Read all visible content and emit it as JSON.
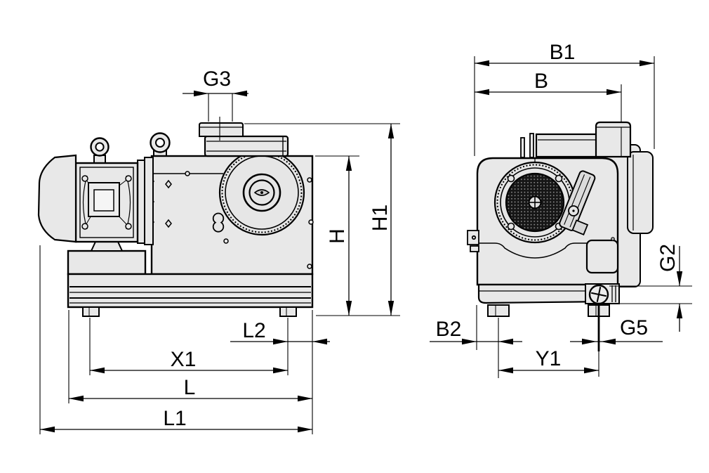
{
  "drawing": {
    "labels": {
      "g3": "G3",
      "h": "H",
      "h1": "H1",
      "l2": "L2",
      "x1": "X1",
      "l": "L",
      "l1": "L1",
      "b1": "B1",
      "b": "B",
      "g2": "G2",
      "b2": "B2",
      "g5": "G5",
      "y1": "Y1"
    },
    "colors": {
      "line": "#000000",
      "fill_light": "#e8e8e8",
      "fill_mid": "#e2e2e2",
      "background": "#ffffff"
    }
  }
}
